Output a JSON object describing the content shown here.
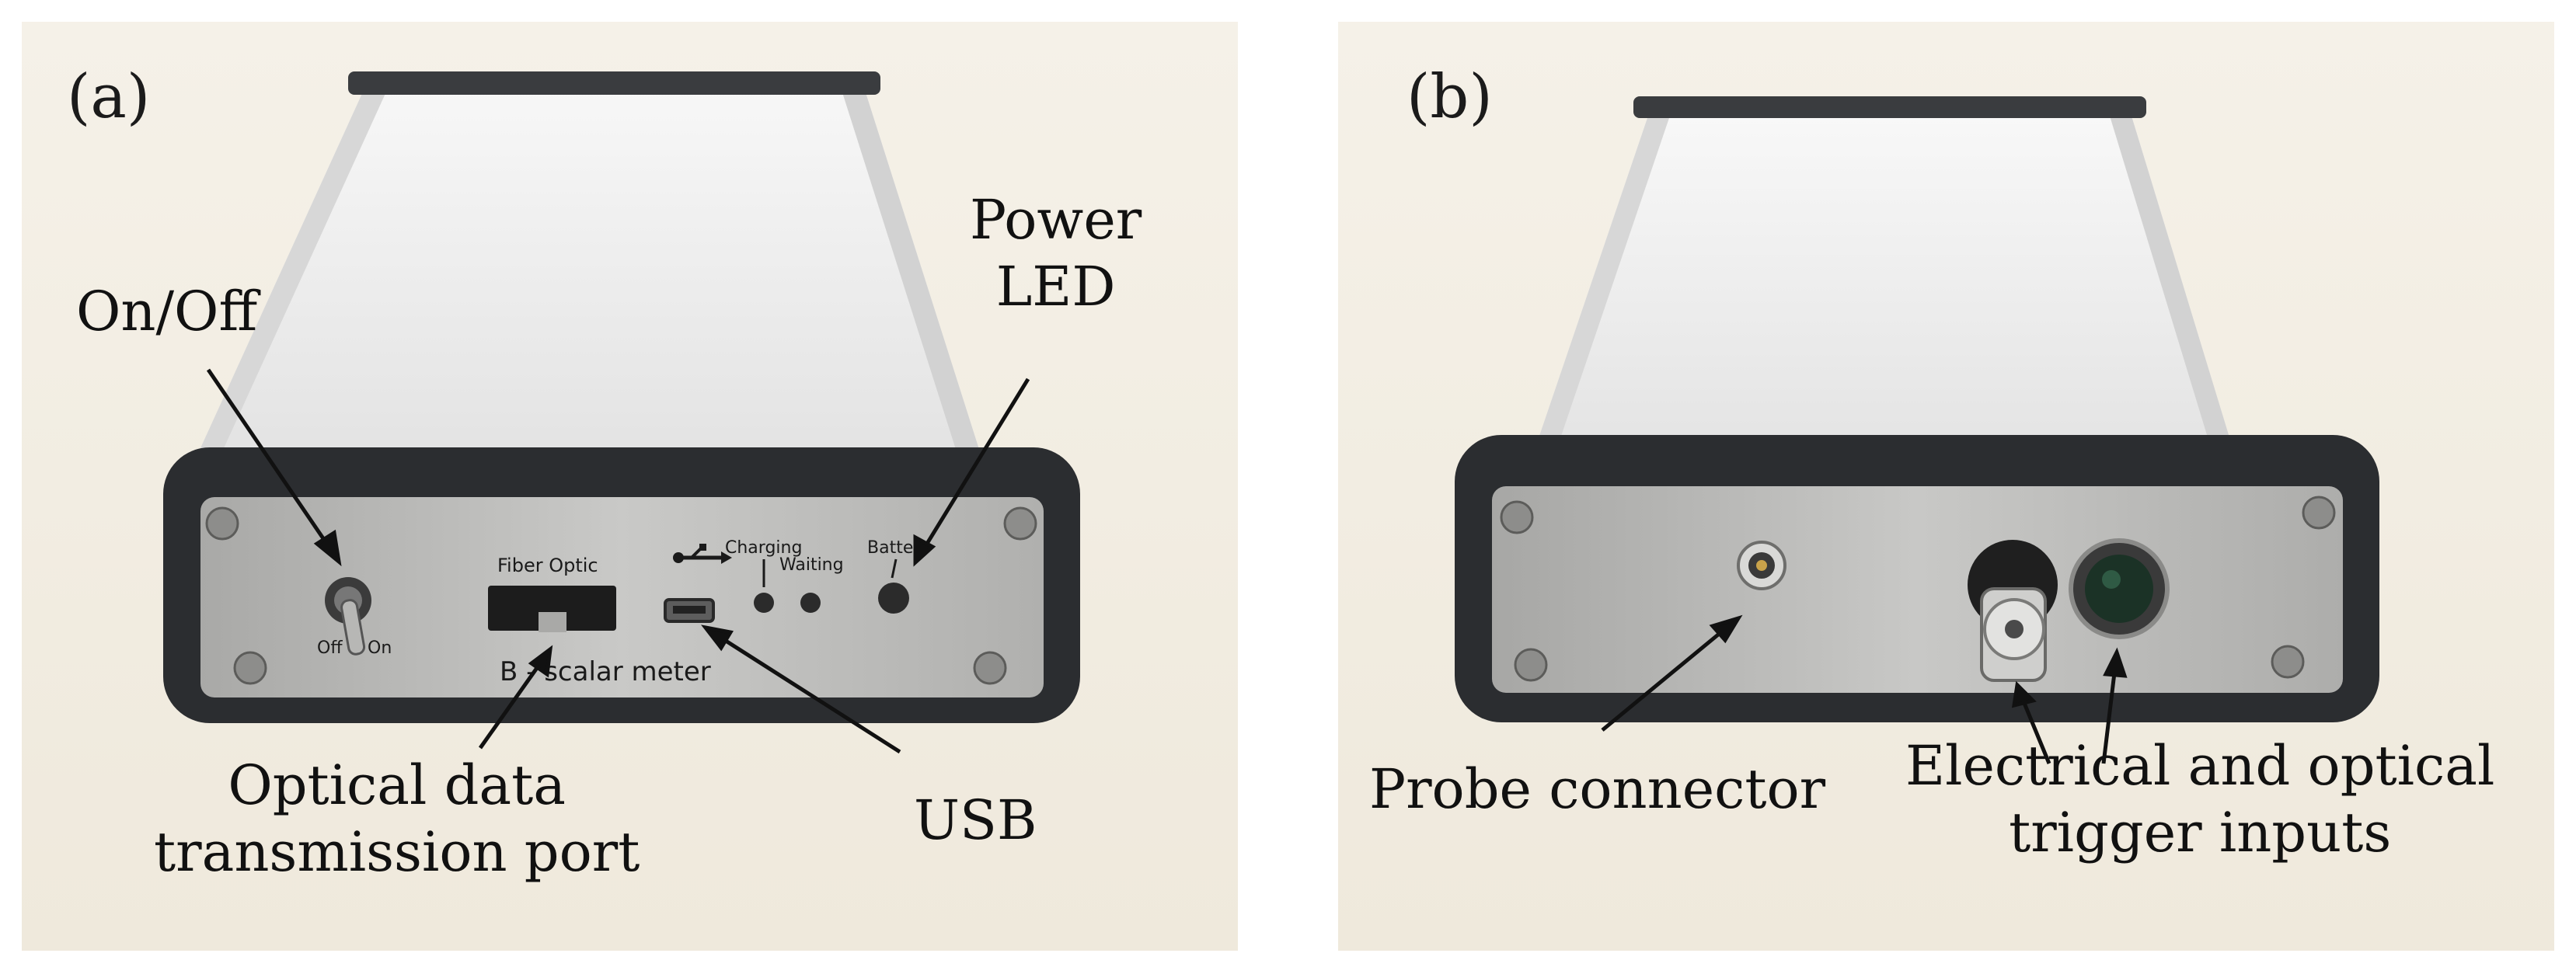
{
  "panel_a": {
    "letter": "(a)",
    "callouts": {
      "on_off": "On/Off",
      "power_led": [
        "Power",
        "LED"
      ],
      "optical_port": [
        "Optical data",
        "transmission port"
      ],
      "usb": "USB"
    },
    "faceplate": {
      "switch_off": "Off",
      "switch_on": "On",
      "fiber_optic": "Fiber Optic",
      "charging": "Charging",
      "waiting": "Waiting",
      "battery": "Batte",
      "device_name": "B - scalar meter"
    }
  },
  "panel_b": {
    "letter": "(b)",
    "callouts": {
      "probe": "Probe connector",
      "trigger": [
        "Electrical and optical",
        "trigger inputs"
      ]
    }
  },
  "colors": {
    "background": "#f3efe5",
    "enclosure": "#e6e6e6",
    "bezel": "#2b2d30",
    "faceplate": "#b9b9b7"
  }
}
